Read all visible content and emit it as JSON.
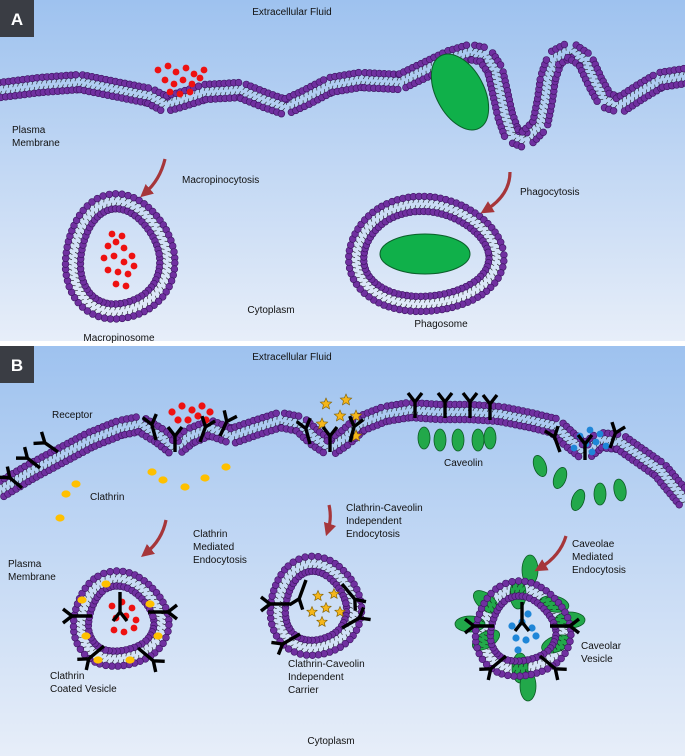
{
  "panel_a": {
    "letter": "A",
    "extracellular": "Extracellular Fluid",
    "plasma_membrane": [
      "Plasma",
      "Membrane"
    ],
    "macropinocytosis": "Macropinocytosis",
    "phagocytosis": "Phagocytosis",
    "cytoplasm": "Cytoplasm",
    "macropinosome": "Macropinosome",
    "phagosome": "Phagosome"
  },
  "panel_b": {
    "letter": "B",
    "extracellular": "Extracellular Fluid",
    "receptor": "Receptor",
    "clathrin": "Clathrin",
    "caveolin": "Caveolin",
    "plasma_membrane": [
      "Plasma",
      "Membrane"
    ],
    "clathrin_mediated": [
      "Clathrin",
      "Mediated",
      "Endocytosis"
    ],
    "cci_endocytosis": [
      "Clathrin-Caveolin",
      "Independent",
      "Endocytosis"
    ],
    "caveolae_mediated": [
      "Caveolae",
      "Mediated",
      "Endocytosis"
    ],
    "clathrin_coated_vesicle": [
      "Clathrin",
      "Coated Vesicle"
    ],
    "cci_carrier": [
      "Clathrin-Caveolin",
      "Independent",
      "Carrier"
    ],
    "caveolar_vesicle": [
      "Caveolar",
      "Vesicle"
    ],
    "cytoplasm": "Cytoplasm"
  },
  "colors": {
    "panel_top": "#9ec2ef",
    "panel_bottom": "#e7eef9",
    "lipid_head": "#7030a0",
    "lipid_head_edge": "#3b1460",
    "phagocytosed_particle": "#10b04a",
    "cargo_red": "#ee1111",
    "cargo_blue": "#1f86d8",
    "star": "#f5b61a",
    "clathrin_yellow": "#ffc000",
    "caveolin_green": "#22a84a",
    "receptor": "#000000",
    "arrow": "#a6363a",
    "letter_box": "#3a3d44"
  }
}
